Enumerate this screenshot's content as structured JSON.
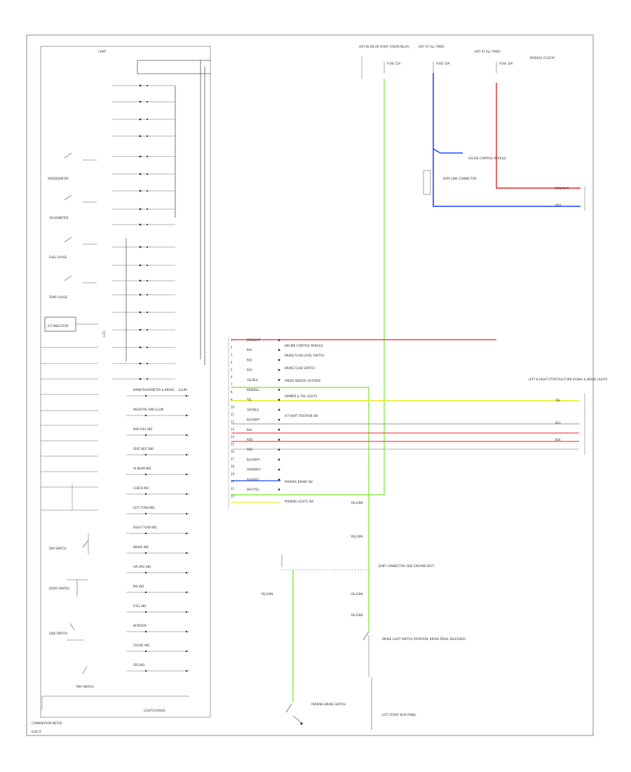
{
  "diagram": {
    "figure_label": "CONT",
    "cluster": {
      "label": "COMBINATION METER",
      "gauges": [
        "SPEEDOMETER",
        "TACHOMETER",
        "FUEL GAUGE",
        "TEMP GAUGE",
        "A/T INDICATOR"
      ],
      "indicators": [
        "MAIN/TACHOMETER & BRAKE ... ILLUM",
        "RESISTOR AND ILLUM",
        "MIN FUEL IND",
        "SEAT BELT IND",
        "HI BEAM IND",
        "CHECK IND",
        "LEFT TURN IND",
        "RIGHT TURN IND",
        "BRAKE IND",
        "AIR BAG IND",
        "MIL IND",
        "FUEL IND",
        "INTERIOR",
        "CRUISE IND",
        "SRS IND"
      ],
      "footer_label": "LIGHT/CHASSIS",
      "switches": [
        "DIM SWITCH",
        "DOOR SWITCH",
        "SIDE SWITCH",
        "TRIP SWITCH"
      ]
    },
    "top_sources": [
      {
        "label": "HOT IN ON OR START (FROM RELAY)",
        "fuse": "FUSE 15A"
      },
      {
        "label": "HOT AT ALL TIMES",
        "fuse": "FUSE 10A"
      },
      {
        "label": "HOT AT ALL TIMES",
        "fuse": "FUSE 10A"
      }
    ],
    "top_right_components": [
      {
        "label": "GAUGE CONTROL MODULE"
      },
      {
        "label": "DATA LINK CONNECTOR"
      },
      {
        "label": "MODULE (CLOCK)"
      }
    ],
    "connector_pins": [
      "1",
      "2",
      "3",
      "4",
      "5",
      "6",
      "7",
      "8",
      "9",
      "10",
      "11",
      "12",
      "13",
      "14",
      "15",
      "16",
      "17",
      "18",
      "19",
      "20",
      "21",
      "22"
    ],
    "wire_colors": {
      "red": "#ee2222",
      "blue": "#2244ff",
      "green": "#88ee44",
      "yellow": "#eeee33",
      "gray": "#999999"
    },
    "left_connector_wires": [
      "BRN/WHT",
      "BLK",
      "BLK",
      "BLK",
      "YEL/BLK",
      "BRN/BLU",
      "YEL",
      "GRY/BLK",
      "BLK/WHT",
      "BLK",
      "RED",
      "RED",
      "BLU/WHT",
      "GRN/WHT",
      "BLK/RED",
      "WHT/YEL"
    ],
    "left_components": [
      "ENGINE CONTROL MODULE",
      "BRAKE FLUID LEVEL SWITCH",
      "BRAKE FLUID SWITCH",
      "SPEED SENSOR (SYSTEM)",
      "DIMMER & TAIL LIGHTS",
      "A/T SHIFT POSITION SW",
      "PARKING BRAKE SW",
      "PARKING LIGHTS SW"
    ],
    "right_connector_wires": [
      "BRN/WHT",
      "RED",
      "YEL",
      "BLU",
      "BLK"
    ],
    "right_component": "LEFT & RIGHT STOP/TAIL/TURN SIGNAL & BRAKE LIGHTS",
    "bottom_components": [
      {
        "label": "JOINT CONNECTOR (SEE GROUND DIST)"
      },
      {
        "label": "BRAKE LIGHT SWITCH (POSITION: BRAKE PEDAL RELEASED)"
      },
      {
        "label": "PARKING BRAKE SWITCH"
      },
      {
        "label": "LEFT FRONT KICK PANEL"
      }
    ],
    "bottom_wire_labels": [
      "YEL/GRN",
      "YEL/GRN",
      "YEL/GRN",
      "YEL/GRN",
      "YEL/GRN"
    ],
    "page_footer": "ELEC/1"
  }
}
